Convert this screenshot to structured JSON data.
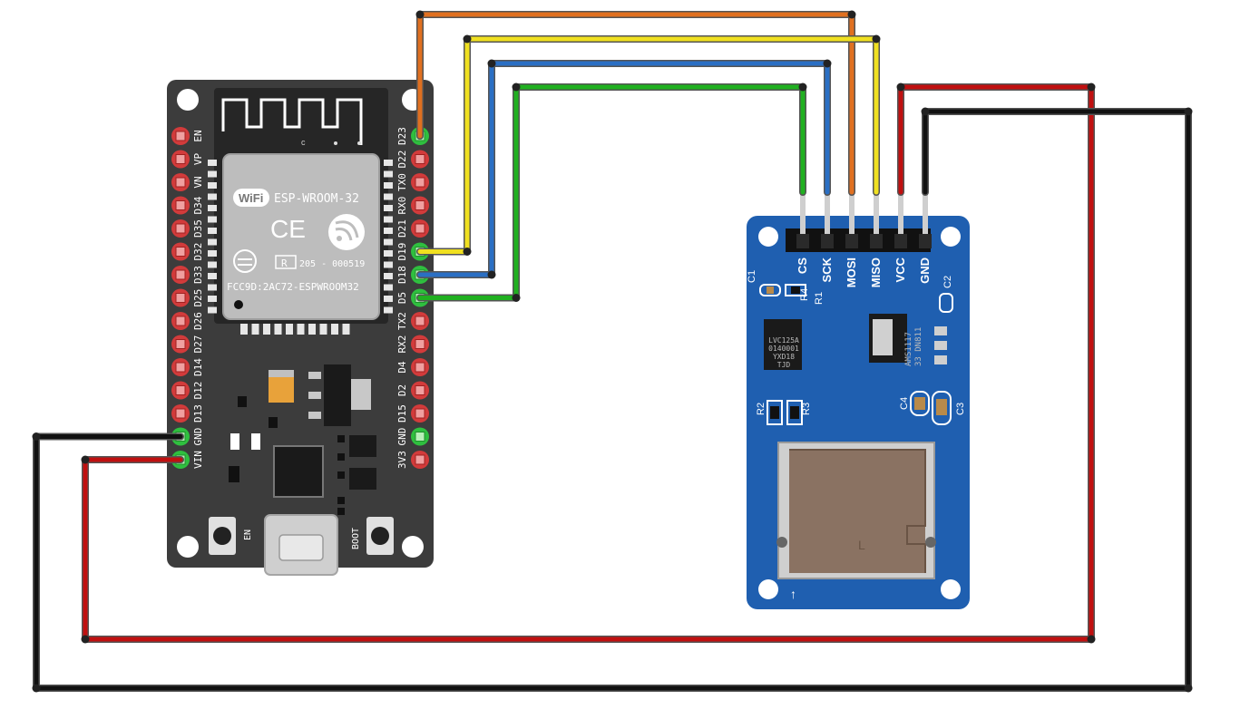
{
  "esp32": {
    "module_name": "ESP-WROOM-32",
    "wifi_logo_text": "WiFi",
    "ce_mark": "CE",
    "cert_r": "R",
    "cert_number": "205 - 000519",
    "fcc_id": "FCC9D:2AC72-ESPWROOM32",
    "button_en": "EN",
    "button_boot": "BOOT",
    "left_pins": [
      "EN",
      "VP",
      "VN",
      "D34",
      "D35",
      "D32",
      "D33",
      "D25",
      "D26",
      "D27",
      "D14",
      "D12",
      "D13",
      "GND",
      "VIN"
    ],
    "right_pins": [
      "D23",
      "D22",
      "TX0",
      "RX0",
      "D21",
      "D19",
      "D18",
      "D5",
      "TX2",
      "RX2",
      "D4",
      "D2",
      "D15",
      "GND",
      "3V3"
    ]
  },
  "sd_module": {
    "pins": [
      "CS",
      "SCK",
      "MOSI",
      "MISO",
      "VCC",
      "GND"
    ],
    "components": [
      "C1",
      "R1",
      "R4",
      "R2",
      "R3",
      "C4",
      "C3",
      "C2"
    ],
    "ic_buffer_lines": [
      "LVC125A",
      "0140001",
      "YXD18",
      "TJD"
    ],
    "regulator_lines": [
      "AMS1117",
      "33 DN811"
    ],
    "slot_mark": "L"
  },
  "wires": [
    {
      "from": "D23",
      "to": "MOSI",
      "color": "#e07020"
    },
    {
      "from": "D19",
      "to": "MISO",
      "color": "#f0e020"
    },
    {
      "from": "D18",
      "to": "SCK",
      "color": "#2a6fc4"
    },
    {
      "from": "D5",
      "to": "CS",
      "color": "#20b020"
    },
    {
      "from": "VIN",
      "to": "VCC",
      "color": "#c01010"
    },
    {
      "from": "GND",
      "to": "GND",
      "color": "#111111"
    }
  ],
  "colors": {
    "board": "#3c3c3c",
    "sd_board": "#1f5fb0",
    "pin_red": "#d23b3b",
    "pin_green": "#2fbf3f"
  }
}
